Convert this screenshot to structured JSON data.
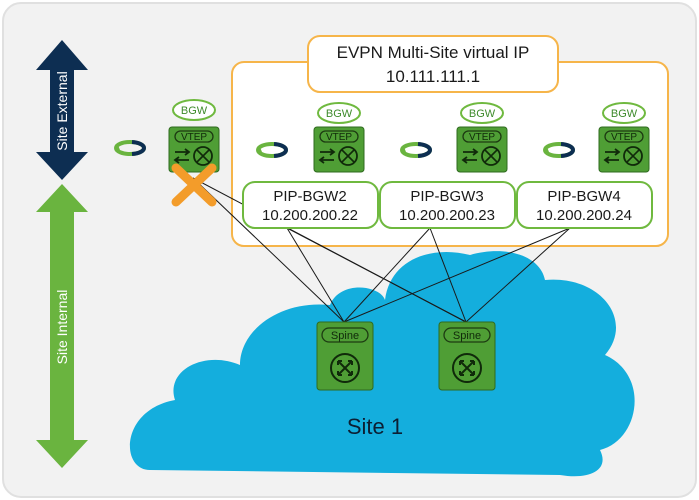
{
  "arrows": {
    "external_label": "Site External",
    "internal_label": "Site Internal"
  },
  "vip": {
    "line1": "EVPN Multi-Site virtual IP",
    "line2": "10.111.111.1"
  },
  "bgw_badge": "BGW",
  "vtep_label": "VTEP",
  "spine_label": "Spine",
  "pips": [
    {
      "name": "PIP-BGW2",
      "ip": "10.200.200.22"
    },
    {
      "name": "PIP-BGW3",
      "ip": "10.200.200.23"
    },
    {
      "name": "PIP-BGW4",
      "ip": "10.200.200.24"
    }
  ],
  "site_label": "Site 1",
  "failed_bgw": "bgw1",
  "colors": {
    "background": "#f2f2f2",
    "cloud": "#14aedd",
    "vip_border": "#f6b54a",
    "switch_fill": "#4f9e35",
    "pip_border": "#6fb93f",
    "external_arrow": "#0d2e52",
    "internal_arrow": "#6ab43f",
    "fail_x": "#f39c2a",
    "loop_green": "#6ab43f",
    "loop_navy": "#0d2e52"
  }
}
